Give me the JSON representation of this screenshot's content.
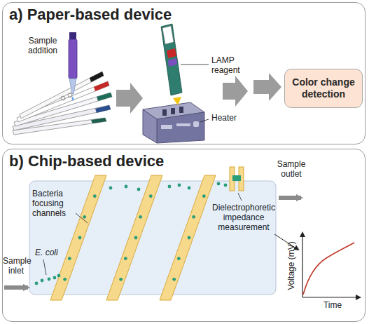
{
  "diagram": {
    "nodes": [
      {
        "text": [
          "a) Paper-based device"
        ]
      },
      {
        "text": [
          "Color change detection"
        ],
        "in": 0
      },
      {
        "text": [
          "b) Chip-based device"
        ]
      }
    ],
    "labels": [
      "Sample addition",
      "LAMP reagent",
      "Heater",
      "Sample inlet",
      "Bacteria focusing channels",
      "E. coli",
      "Sample outlet",
      "Dielectrophoretic impedance measurement",
      "Voltage (mV)",
      "Time"
    ]
  }
}
